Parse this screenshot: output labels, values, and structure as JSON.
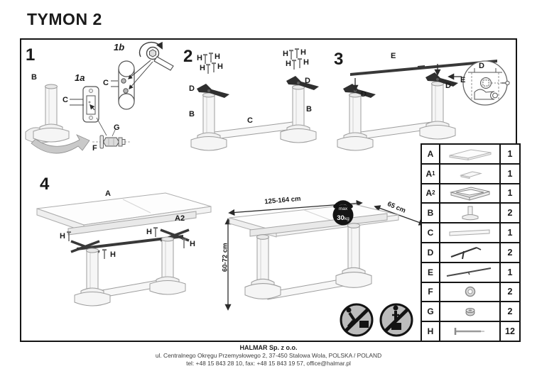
{
  "title": "TYMON 2",
  "step1": {
    "num": "1",
    "sub_a": "1a",
    "sub_b": "1b",
    "label_b": "B",
    "label_c_plate": "C",
    "label_c_link": "C",
    "label_f": "F",
    "label_g": "G"
  },
  "step2": {
    "num": "2",
    "h_labels": [
      "H",
      "H",
      "H",
      "H",
      "H",
      "H",
      "H",
      "H"
    ],
    "label_d_left": "D",
    "label_d_right": "D",
    "label_b_left": "B",
    "label_b_right": "B",
    "label_c": "C"
  },
  "step3": {
    "num": "3",
    "label_e": "E",
    "label_d_left": "D",
    "label_d_right": "D",
    "detail_d": "D",
    "detail_e": "E"
  },
  "step4": {
    "num": "4",
    "label_a": "A",
    "label_a2": "A2",
    "h_labels": [
      "H",
      "H",
      "H",
      "H"
    ]
  },
  "dimensions": {
    "width": "125-164 cm",
    "depth": "65 cm",
    "height": "60-72 cm",
    "max_load_label": "max",
    "max_load_value": "30",
    "max_load_unit": "kg"
  },
  "parts_table": {
    "rows": [
      {
        "label": "A",
        "sub": "",
        "icon": "tabletop-part",
        "qty": "1"
      },
      {
        "label": "A",
        "sub": "1",
        "icon": "extension-leaf-part",
        "qty": "1"
      },
      {
        "label": "A",
        "sub": "2",
        "icon": "apron-frame-part",
        "qty": "1"
      },
      {
        "label": "B",
        "sub": "",
        "icon": "leg-part",
        "qty": "2"
      },
      {
        "label": "C",
        "sub": "",
        "icon": "stretcher-beam-part",
        "qty": "1"
      },
      {
        "label": "D",
        "sub": "",
        "icon": "bracket-part",
        "qty": "2"
      },
      {
        "label": "E",
        "sub": "",
        "icon": "support-bar-part",
        "qty": "1"
      },
      {
        "label": "F",
        "sub": "",
        "icon": "washer-part",
        "qty": "2"
      },
      {
        "label": "G",
        "sub": "",
        "icon": "nut-part",
        "qty": "2"
      },
      {
        "label": "H",
        "sub": "",
        "icon": "screw-part",
        "qty": "12"
      }
    ]
  },
  "footer": {
    "company": "HALMAR Sp. z o.o.",
    "address": "ul. Centralnego Okręgu Przemysłowego 2, 37-450 Stalowa Wola, POLSKA / POLAND",
    "contact": "tel: +48 15 843 28 10, fax: +48 15 843 19 57, office@halmar.pl"
  },
  "colors": {
    "line": "#151515",
    "dark_part": "#2f2f2f",
    "warning_fill": "#bcbcbc"
  }
}
